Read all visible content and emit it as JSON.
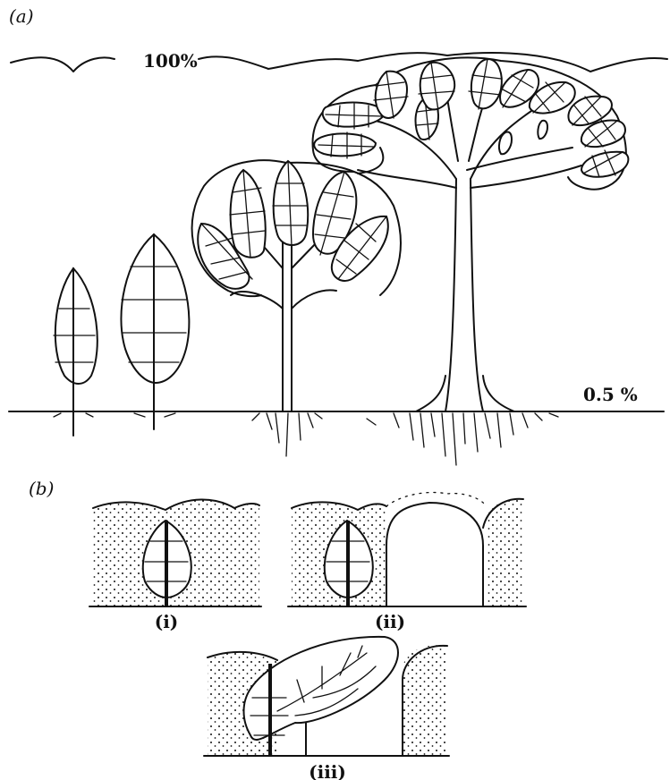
{
  "panel_a": {
    "label": "(a)",
    "light_top": "100%",
    "light_bottom": "0.5 %"
  },
  "panel_b": {
    "label": "(b)",
    "sub_i": "(i)",
    "sub_ii": "(ii)",
    "sub_iii": "(iii)"
  },
  "colors": {
    "ink": "#111111",
    "paper": "#ffffff"
  }
}
